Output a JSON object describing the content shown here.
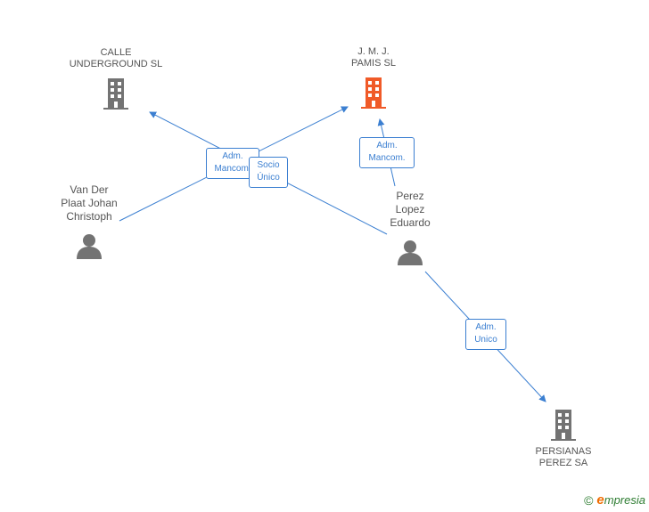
{
  "nodes": {
    "calle": {
      "label": "CALLE\nUNDERGROUND SL",
      "icon": "building-icon",
      "color": "#737373"
    },
    "jmj": {
      "label": "J. M. J.\nPAMIS SL",
      "icon": "building-icon",
      "color": "#f05a28"
    },
    "vander": {
      "label": "Van Der\nPlaat Johan\nChristoph",
      "icon": "person-icon",
      "color": "#737373"
    },
    "perez": {
      "label": "Perez\nLopez\nEduardo",
      "icon": "person-icon",
      "color": "#737373"
    },
    "persianas": {
      "label": "PERSIANAS\nPEREZ SA",
      "icon": "building-icon",
      "color": "#737373"
    }
  },
  "roles": {
    "adm_mancom_left": "Adm.\nMancom.",
    "socio_unico": "Socio\nÚnico",
    "adm_mancom_right": "Adm.\nMancom.",
    "adm_unico": "Adm.\nUnico"
  },
  "colors": {
    "edge": "#3b7fd1"
  },
  "footer": {
    "copyright": "©",
    "brand_initial": "e",
    "brand_rest": "mpresia"
  }
}
